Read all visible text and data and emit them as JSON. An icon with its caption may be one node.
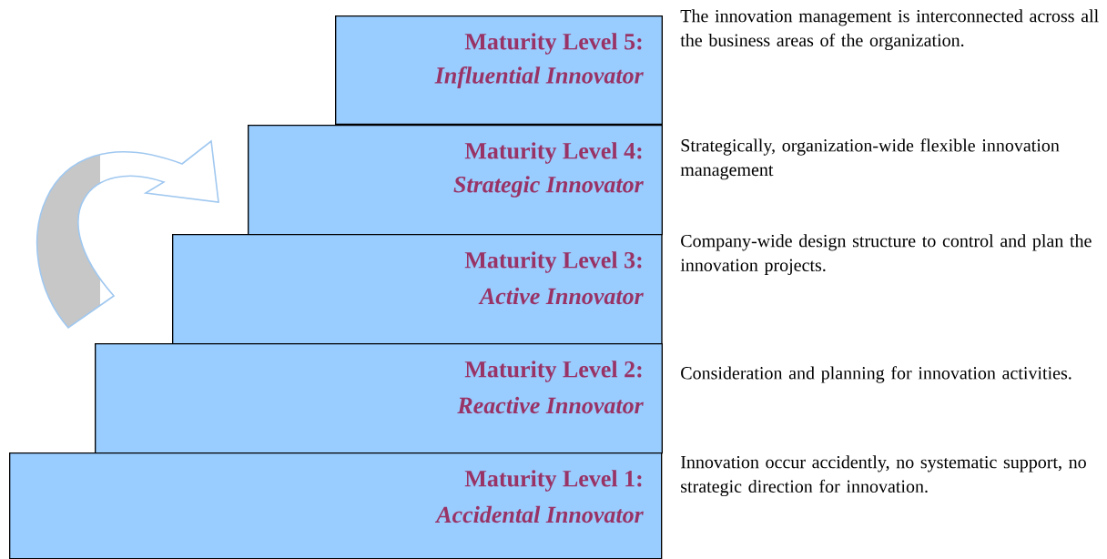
{
  "diagram": {
    "nodes": [
      {
        "text": [
          "Maturity Level 5:",
          "Influential Innovator"
        ],
        "beside": [
          "The innovation management is interconnected across all the business areas of the organization."
        ]
      },
      {
        "text": [
          "Maturity Level 4:",
          "Strategic Innovator"
        ],
        "beside": [
          "Strategically, organization-wide flexible innovation management"
        ]
      },
      {
        "text": [
          "Maturity Level 3:",
          "Active Innovator"
        ],
        "beside": [
          "Company-wide design structure to control and plan the innovation projects."
        ]
      },
      {
        "text": [
          "Maturity Level 2:",
          "Reactive Innovator"
        ],
        "beside": [
          "Consideration and planning for innovation activities."
        ]
      },
      {
        "text": [
          "Maturity Level 1:",
          "Accidental Innovator"
        ],
        "beside": [
          "Innovation occur accidently, no systematic support, no strategic direction for innovation."
        ]
      }
    ]
  }
}
